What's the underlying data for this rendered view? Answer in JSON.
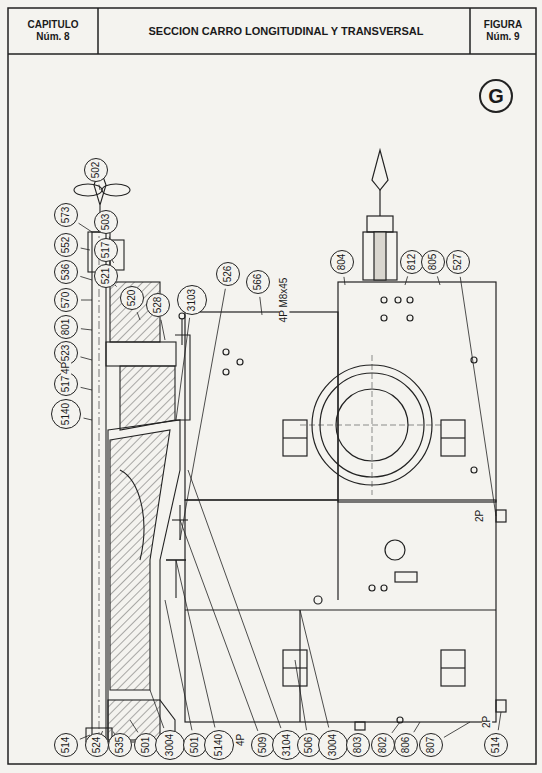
{
  "diagram": {
    "title": "SECCION CARRO LONGITUDINAL Y TRANSVERSAL",
    "nodes": [
      {
        "text": [
          "CAPITULO",
          "Núm. 8"
        ]
      },
      {
        "text": [
          "FIGURA",
          "Núm. 9"
        ]
      },
      {
        "text": [
          "G"
        ]
      },
      {
        "text": [
          "573"
        ]
      },
      {
        "text": [
          "552"
        ]
      },
      {
        "text": [
          "536"
        ]
      },
      {
        "text": [
          "570"
        ]
      },
      {
        "text": [
          "801"
        ]
      },
      {
        "text": [
          "523"
        ]
      },
      {
        "text": [
          "517"
        ]
      },
      {
        "text": [
          "5140"
        ]
      },
      {
        "text": [
          "502"
        ]
      },
      {
        "text": [
          "503"
        ]
      },
      {
        "text": [
          "517"
        ]
      },
      {
        "text": [
          "521"
        ]
      },
      {
        "text": [
          "520"
        ]
      },
      {
        "text": [
          "528"
        ]
      },
      {
        "text": [
          "3103"
        ]
      },
      {
        "text": [
          "526"
        ]
      },
      {
        "text": [
          "566"
        ]
      },
      {
        "text": [
          "804"
        ]
      },
      {
        "text": [
          "812"
        ]
      },
      {
        "text": [
          "805"
        ]
      },
      {
        "text": [
          "527"
        ]
      },
      {
        "text": [
          "514"
        ]
      },
      {
        "text": [
          "524"
        ]
      },
      {
        "text": [
          "535"
        ]
      },
      {
        "text": [
          "501"
        ]
      },
      {
        "text": [
          "3004"
        ]
      },
      {
        "text": [
          "501"
        ]
      },
      {
        "text": [
          "5140"
        ]
      },
      {
        "text": [
          "509"
        ]
      },
      {
        "text": [
          "3104"
        ]
      },
      {
        "text": [
          "506"
        ]
      },
      {
        "text": [
          "3004"
        ]
      },
      {
        "text": [
          "803"
        ]
      },
      {
        "text": [
          "802"
        ]
      },
      {
        "text": [
          "806"
        ]
      },
      {
        "text": [
          "807"
        ]
      },
      {
        "text": [
          "514"
        ]
      }
    ],
    "labels": [
      "4P",
      "4P M8x45",
      "2P",
      "2P",
      "4P"
    ]
  }
}
